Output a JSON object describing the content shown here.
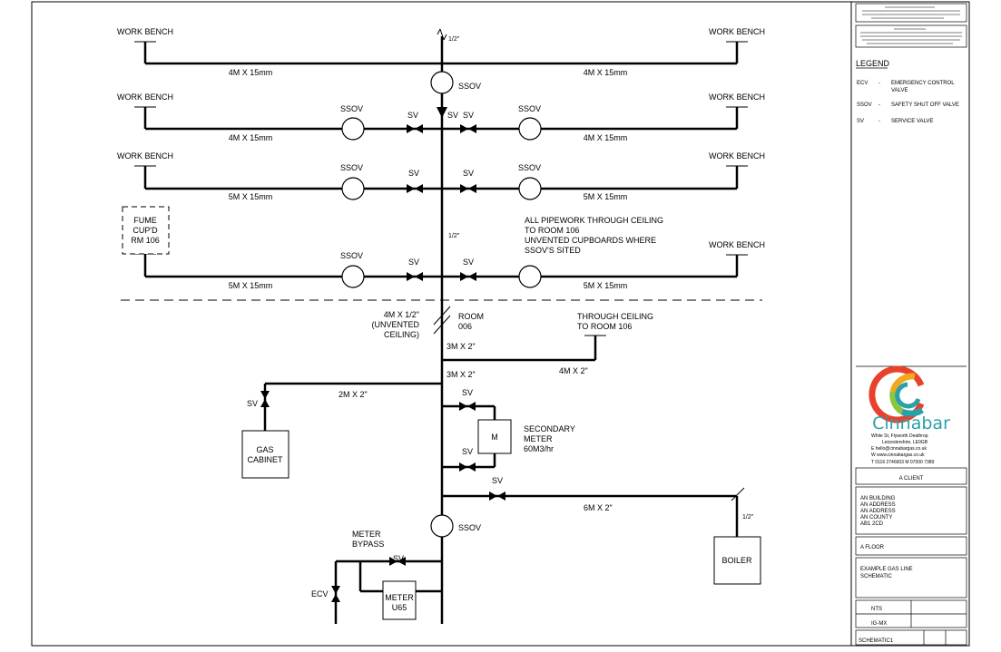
{
  "labels": {
    "work_bench": "WORK BENCH",
    "ssov": "SSOV",
    "sv": "SV",
    "ecv": "ECV",
    "m": "M"
  },
  "pipes": {
    "r1_left": "4M X 15mm",
    "r1_right": "4M X 15mm",
    "r2_left": "4M X 15mm",
    "r2_right": "4M X 15mm",
    "r3_left": "5M X 15mm",
    "r3_right": "5M X 15mm",
    "r4_left": "5M X 15mm",
    "r4_right": "5M X 15mm",
    "riser_top": "1/2\"",
    "riser_mid": "1/2\"",
    "riser_ceiling_1": "4M X 1/2\"",
    "riser_ceiling_2": "(UNVENTED",
    "riser_ceiling_3": "CEILING)",
    "main_1": "3M X 2\"",
    "main_2": "3M X 2\"",
    "through_run": "4M X 2\"",
    "gas_run": "2M X 2\"",
    "boiler_run": "6M X 2\"",
    "boiler_drop": "1/2\""
  },
  "notes": {
    "fume_1": "FUME",
    "fume_2": "CUP'D",
    "fume_3": "RM 106",
    "ceiling_1": "ALL PIPEWORK THROUGH CEILING",
    "ceiling_2": "TO ROOM 106",
    "ceiling_3": "UNVENTED CUPBOARDS WHERE",
    "ceiling_4": "SSOV'S SITED",
    "room_1": "ROOM",
    "room_2": "006",
    "through_1": "THROUGH CEILING",
    "through_2": "TO ROOM 106",
    "secondary_1": "SECONDARY",
    "secondary_2": "METER",
    "secondary_3": "60M3/hr",
    "bypass_1": "METER",
    "bypass_2": "BYPASS",
    "gas_cabinet_1": "GAS",
    "gas_cabinet_2": "CABINET",
    "meter_u65_1": "METER",
    "meter_u65_2": "U65",
    "boiler": "BOILER"
  },
  "title_block": {
    "legend_title": "LEGEND",
    "legend": [
      {
        "code": "ECV",
        "dash": "-",
        "desc1": "EMERGENCY CONTROL",
        "desc2": "VALVE"
      },
      {
        "code": "SSOV",
        "dash": "-",
        "desc1": "SAFETY SHUT OFF VALVE",
        "desc2": ""
      },
      {
        "code": "SV",
        "dash": "-",
        "desc1": "SERVICE VALVE",
        "desc2": ""
      }
    ],
    "company": "Cinnabar",
    "address_1": "White St, Flyworth Deathrop",
    "address_2": "Leicestershire, LE0GB",
    "email": "E   hello@cinnabargas.co.uk",
    "web": "W   www.cinnabargas.co.uk",
    "phone": "T   0116 2746603   M   07000 7389",
    "client": "A CLIENT",
    "site_lines": [
      "AN BUILDING",
      "AN ADDRESS",
      "AN ADDRESS",
      "AN COUNTY",
      "AB1 2CD"
    ],
    "floor": "A FLOOR",
    "description_1": "EXAMPLE GAS LINE",
    "description_2": "SCHEMATIC",
    "scale": "NTS",
    "drawn": "IG-MX",
    "drawing_no": "SCHEMATIC1"
  }
}
